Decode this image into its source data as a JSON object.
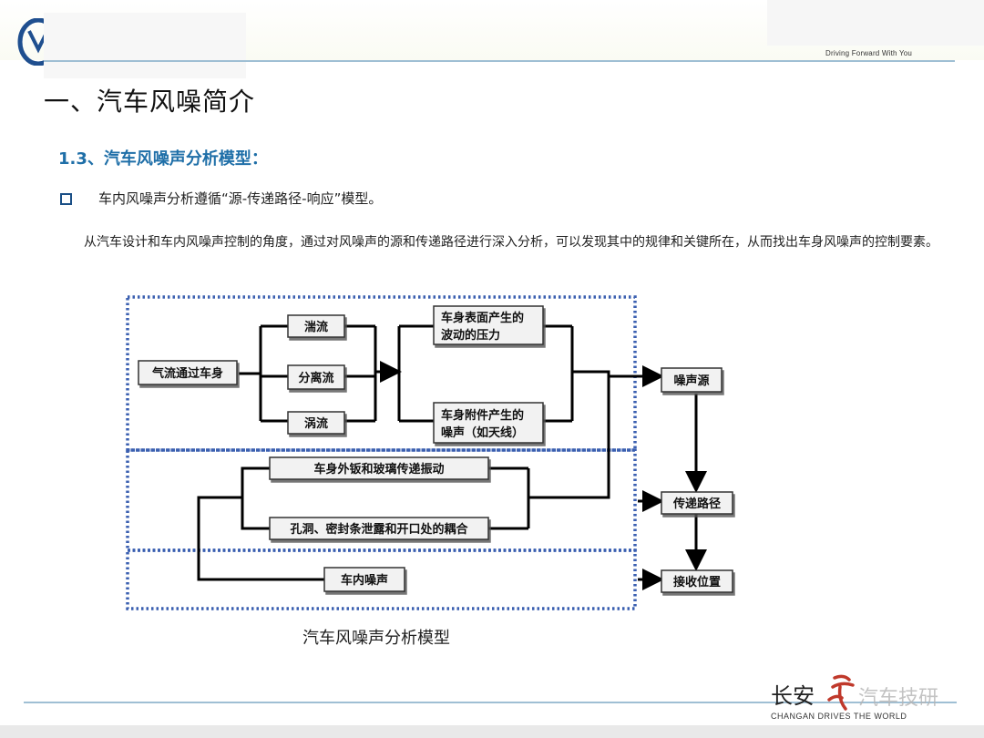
{
  "header": {
    "tagline": "Driving Forward With You"
  },
  "title": "一、汽车风噪简介",
  "section": {
    "heading": "1.3、汽车风噪声分析模型："
  },
  "bullet": {
    "text": "车内风噪声分析遵循“源-传递路径-响应”模型。"
  },
  "paragraph": "从汽车设计和车内风噪声控制的角度，通过对风噪声的源和传递路径进行深入分析，可以发现其中的规律和关键所在，从而找出车身风噪声的控制要素。",
  "diagram": {
    "caption": "汽车风噪声分析模型",
    "boxes": {
      "airflow": "气流通过车身",
      "turbulence": "湍流",
      "separation": "分离流",
      "vortex": "涡流",
      "surface_pressure_1": "车身表面产生的",
      "surface_pressure_2": "波动的压力",
      "attachment_noise_1": "车身附件产生的",
      "attachment_noise_2": "噪声（如天线）",
      "noise_source": "噪声源",
      "panel_vibration": "车身外钣和玻璃传递振动",
      "hole_coupling": "孔洞、密封条泄露和开口处的耦合",
      "transfer_path": "传递路径",
      "interior_noise": "车内噪声",
      "receive_position": "接收位置"
    }
  },
  "footer": {
    "brand_cn": "长安",
    "brand_en": "CHANGAN DRIVES        THE WORLD",
    "watermark": "汽车技研"
  },
  "colors": {
    "heading_blue": "#1f6fa8",
    "dotted_border": "#3a5fb0",
    "box_fill": "#f2f2f2"
  }
}
